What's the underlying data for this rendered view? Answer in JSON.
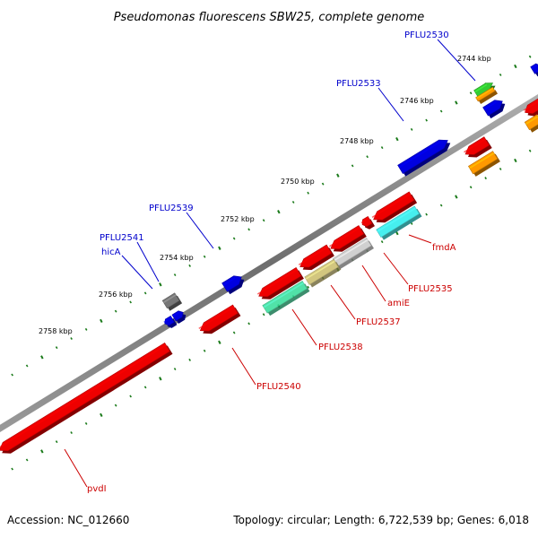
{
  "title": "Pseudomonas fluorescens SBW25, complete genome",
  "footer": {
    "accession": "Accession: NC_012660",
    "summary": "Topology: circular; Length: 6,722,539 bp; Genes: 6,018"
  },
  "ticks": [
    "2744 kbp",
    "2746 kbp",
    "2748 kbp",
    "2750 kbp",
    "2752 kbp",
    "2754 kbp",
    "2756 kbp",
    "2758 kbp"
  ],
  "colors": {
    "backbone": "#7a7a7a",
    "tick_dot": "#1a7a1a",
    "forward_label": "#0000cc",
    "reverse_label": "#cc0000",
    "forward_gene": "#0000e0",
    "reverse_gene": "#ee0000"
  },
  "forward_labels": [
    "PFLU2530",
    "PFLU2533",
    "PFLU2539",
    "PFLU2541",
    "hicA"
  ],
  "reverse_labels": [
    "fmdA",
    "PFLU2535",
    "amiE",
    "PFLU2537",
    "PFLU2538",
    "PFLU2540",
    "pvdI"
  ],
  "forward_genes": [
    {
      "name": "PFLU2530-gene",
      "color": "#0000e0"
    },
    {
      "name": "green-gene",
      "color": "#33cc33"
    },
    {
      "name": "orange-gene",
      "color": "#ff9900"
    },
    {
      "name": "PFLU2533-gene",
      "color": "#0000e0"
    },
    {
      "name": "PFLU2539-gene",
      "color": "#0000e0"
    },
    {
      "name": "PFLU2541-gene",
      "color": "#777777"
    },
    {
      "name": "hicA-gene-a",
      "color": "#0000e0"
    },
    {
      "name": "hicA-gene-b",
      "color": "#0000e0"
    },
    {
      "name": "top-right-forward-gene",
      "color": "#0000e0"
    }
  ],
  "reverse_genes": [
    {
      "name": "top-right-reverse-gene",
      "color": "#ee0000"
    },
    {
      "name": "orange-reverse-gene",
      "color": "#ff9900"
    },
    {
      "name": "red-reverse-gene-1",
      "color": "#ee0000"
    },
    {
      "name": "orange-reverse-gene-2",
      "color": "#ff9900"
    },
    {
      "name": "fmdA-gene",
      "color": "#ee0000"
    },
    {
      "name": "fmdA-cyan-gene",
      "color": "#33eeee"
    },
    {
      "name": "small-red-gene",
      "color": "#ee0000"
    },
    {
      "name": "amiE-gene",
      "color": "#ee0000"
    },
    {
      "name": "PFLU2535-grey-gene",
      "color": "#c8c8c8"
    },
    {
      "name": "PFLU2537-gene",
      "color": "#ee0000"
    },
    {
      "name": "PFLU2537-olive-gene",
      "color": "#c8b860"
    },
    {
      "name": "PFLU2538-gene",
      "color": "#ee0000"
    },
    {
      "name": "PFLU2538-teal-gene",
      "color": "#33dd99"
    },
    {
      "name": "PFLU2540-gene",
      "color": "#ee0000"
    },
    {
      "name": "pvdI-gene",
      "color": "#ee0000"
    }
  ]
}
